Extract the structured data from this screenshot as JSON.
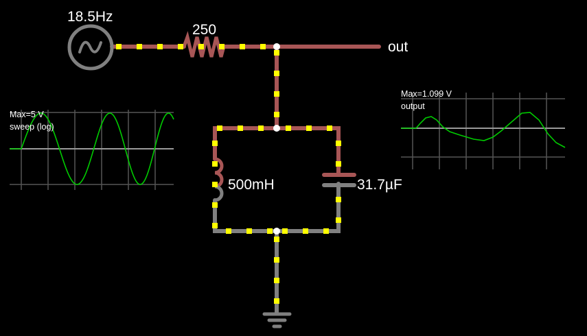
{
  "app": "Circuit simulator",
  "components": {
    "source": {
      "label": "18.5Hz",
      "icon": "ac-source-icon"
    },
    "resistor": {
      "label": "250"
    },
    "inductor": {
      "label": "500mH"
    },
    "capacitor": {
      "label": "31.7µF"
    },
    "output": {
      "label": "out"
    },
    "ground": {
      "icon": "ground-icon"
    }
  },
  "colors": {
    "wire_hot": "#a85656",
    "wire_gnd": "#808080",
    "current_dot": "#ffff00",
    "node": "#ffffff",
    "trace": "#00cc00",
    "grid": "#555555",
    "axis": "#9a9a9a"
  },
  "scopes": [
    {
      "max": "Max=5 V",
      "name": "sweep (log)"
    },
    {
      "max": "Max=1.099 V",
      "name": "output"
    }
  ]
}
